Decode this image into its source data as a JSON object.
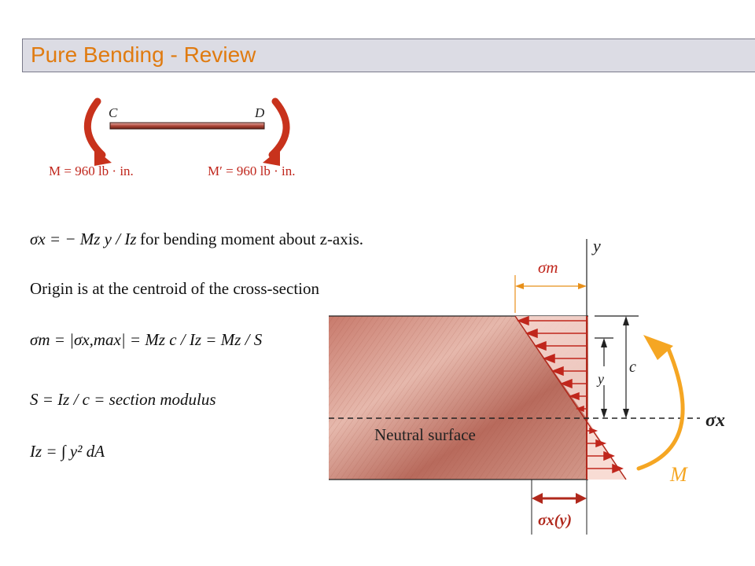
{
  "title": "Pure Bending - Review",
  "beam_figure": {
    "left_label": "C",
    "right_label": "D",
    "moment_left": "M = 960 lb · in.",
    "moment_right": "M′ = 960 lb · in."
  },
  "equations": {
    "sigma_x": "σx = − Mz y / Iz",
    "sigma_x_note": "for bending moment about z-axis.",
    "origin_note": "Origin is at the centroid of the cross-section",
    "sigma_m": "σm = |σx,max| = Mz c / Iz = Mz / S",
    "section_modulus": "S = Iz / c = section modulus",
    "moment_of_inertia": "Iz = ∫ y² dA"
  },
  "stress_diagram": {
    "sigma_m_label": "σm",
    "y_axis_label": "y",
    "c_label": "c",
    "y_dim_label": "y",
    "sigma_x_axis_label": "σx",
    "neutral_surface_label": "Neutral surface",
    "moment_label": "M",
    "sigma_x_y_label": "σx(y)"
  },
  "colors": {
    "title": "#e07b10",
    "beam_red": "#b83a2a",
    "moment_orange": "#f5a623",
    "stress_red": "#c0261c"
  }
}
